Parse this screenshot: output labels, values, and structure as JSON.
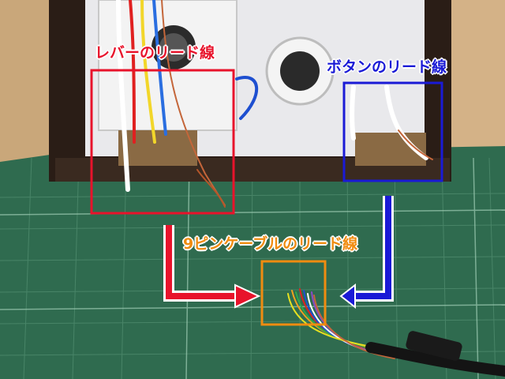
{
  "annotations": {
    "lever_wires": {
      "text": "レバーのリード線",
      "color": "#e8132b"
    },
    "button_wires": {
      "text": "ボタンのリード線",
      "color": "#1a1ad6"
    },
    "cable_wires": {
      "text": "9ピンケーブルのリード線",
      "color": "#f08c10"
    }
  },
  "colors": {
    "mat_green": "#2f6b4f",
    "wood_board": "#d9b98e",
    "box_dark": "#2a1d16",
    "box_panel": "#e9e9ec"
  }
}
